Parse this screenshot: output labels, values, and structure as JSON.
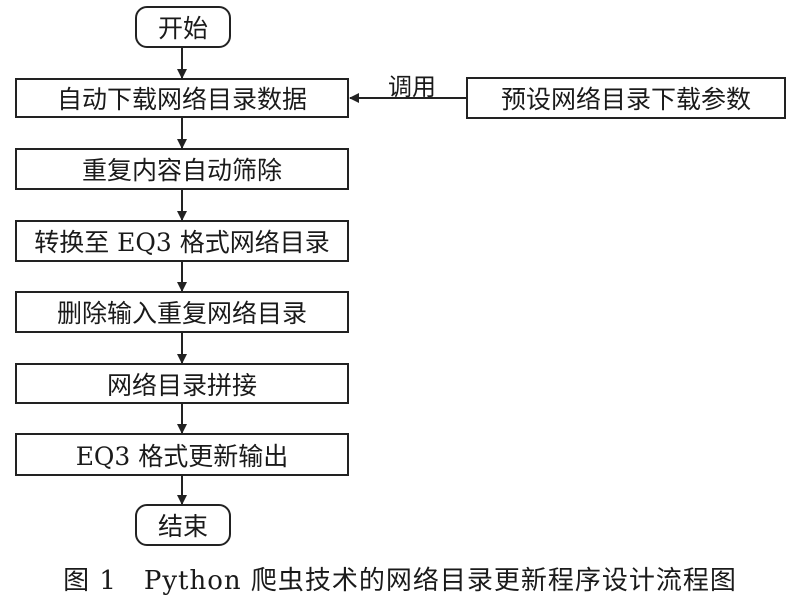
{
  "flowchart": {
    "start": "开始",
    "steps": [
      "自动下载网络目录数据",
      "重复内容自动筛除",
      "转换至 EQ3 格式网络目录",
      "删除输入重复网络目录",
      "网络目录拼接",
      "EQ3 格式更新输出"
    ],
    "end": "结束",
    "side_input": "预设网络目录下载参数",
    "side_edge_label": "调用"
  },
  "caption": "图 1　Python 爬虫技术的网络目录更新程序设计流程图"
}
